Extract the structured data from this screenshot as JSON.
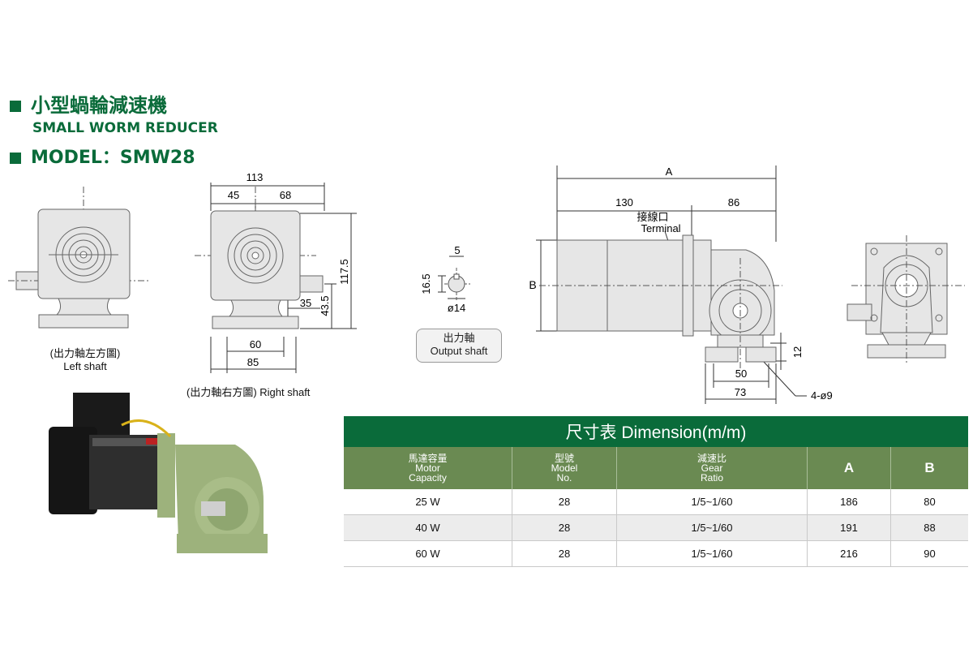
{
  "header": {
    "title_cn": "小型蝸輪減速機",
    "title_en": "SMALL WORM  REDUCER",
    "model": "MODEL：SMW28"
  },
  "left_view": {
    "caption_cn": "(出力軸左方圖)",
    "caption_en": "Left shaft"
  },
  "right_view": {
    "caption": "(出力軸右方圖) Right shaft",
    "dims": {
      "overall": "113",
      "left": "45",
      "right": "68",
      "height": "117.5",
      "shaft_height": "43.5",
      "shaft_len": "35",
      "base_inner": "60",
      "base_outer": "85"
    }
  },
  "output_shaft": {
    "caption_cn": "出力軸",
    "caption_en": "Output shaft",
    "dims": {
      "key": "5",
      "height": "16.5",
      "dia": "ø14"
    }
  },
  "side_view": {
    "dims": {
      "a": "A",
      "motor": "130",
      "gear": "86",
      "b": "B",
      "foot": "12",
      "base_inner": "50",
      "base_outer": "73",
      "holes": "4-ø9"
    },
    "terminal_cn": "接線口",
    "terminal_en": "Terminal"
  },
  "table": {
    "title": "尺寸表  Dimension(m/m)",
    "headers": [
      {
        "cn": "馬達容量",
        "en1": "Motor",
        "en2": "Capacity"
      },
      {
        "cn": "型號",
        "en1": "Model",
        "en2": "No."
      },
      {
        "cn": "減速比",
        "en1": "Gear",
        "en2": "Ratio"
      },
      {
        "label": "A"
      },
      {
        "label": "B"
      }
    ],
    "rows": [
      [
        "25 W",
        "28",
        "1/5~1/60",
        "186",
        "80"
      ],
      [
        "40 W",
        "28",
        "1/5~1/60",
        "191",
        "88"
      ],
      [
        "60 W",
        "28",
        "1/5~1/60",
        "216",
        "90"
      ]
    ]
  },
  "colors": {
    "brand_green": "#0a6b3a",
    "header_green": "#6a8a52",
    "body_gray": "#e6e6e6",
    "photo_green": "#9db27c"
  }
}
